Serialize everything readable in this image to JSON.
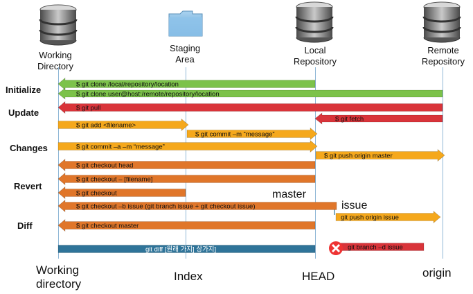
{
  "columns": [
    {
      "id": "working",
      "icon": "database-icon",
      "label": "Working\nDirectory",
      "bottom": "Working\ndirectory"
    },
    {
      "id": "staging",
      "icon": "folder-icon",
      "label": "Staging\nArea",
      "bottom": "Index"
    },
    {
      "id": "local",
      "icon": "database-icon",
      "label": "Local\nRepository",
      "bottom": "HEAD"
    },
    {
      "id": "remote",
      "icon": "database-icon",
      "label": "Remote\nRepository",
      "bottom": "origin"
    }
  ],
  "rows": [
    "Initialize",
    "Update",
    "Changes",
    "Revert",
    "Diff"
  ],
  "branches": {
    "master": "master",
    "issue": "issue"
  },
  "arrows": [
    {
      "text": "$ git clone /local/repository/location",
      "color": "#7cc24a",
      "dir": "left"
    },
    {
      "text": "$ git clone user@host:/remote/repository/location",
      "color": "#7cc24a",
      "dir": "left"
    },
    {
      "text": "$ git pull",
      "color": "#d9343a",
      "dir": "left"
    },
    {
      "text": "$ git fetch",
      "color": "#d9343a",
      "dir": "left"
    },
    {
      "text": "$ git add <filename>",
      "color": "#f5a81c",
      "dir": "right"
    },
    {
      "text": "$ git commit –m “message”",
      "color": "#f5a81c",
      "dir": "right"
    },
    {
      "text": "$ git commit –a –m “message”",
      "color": "#f5a81c",
      "dir": "right"
    },
    {
      "text": "$  git push origin master",
      "color": "#f5a81c",
      "dir": "right"
    },
    {
      "text": "$  git checkout head",
      "color": "#e0762a",
      "dir": "left"
    },
    {
      "text": "$  git checkout – [filename]",
      "color": "#e0762a",
      "dir": "left"
    },
    {
      "text": "$ git checkout",
      "color": "#e0762a",
      "dir": "left"
    },
    {
      "text": "$  git checkout –b issue   (git branch issue + git checkout issue)",
      "color": "#e0762a",
      "dir": "left"
    },
    {
      "text": "git push origin issue",
      "color": "#f5a81c",
      "dir": "right"
    },
    {
      "text": "$  git checkout master",
      "color": "#e0762a",
      "dir": "left"
    },
    {
      "text": "git diff [원래 가지] 상가지]",
      "color": "#2f7499",
      "dir": "none"
    },
    {
      "text": "git branch –d issue",
      "color": "#d9343a",
      "dir": "none"
    }
  ],
  "colors": {
    "green": "#7cc24a",
    "red": "#d9343a",
    "yellow": "#f5a81c",
    "orange": "#e0762a",
    "blue": "#2f7499",
    "line": "#8fb7d6"
  }
}
